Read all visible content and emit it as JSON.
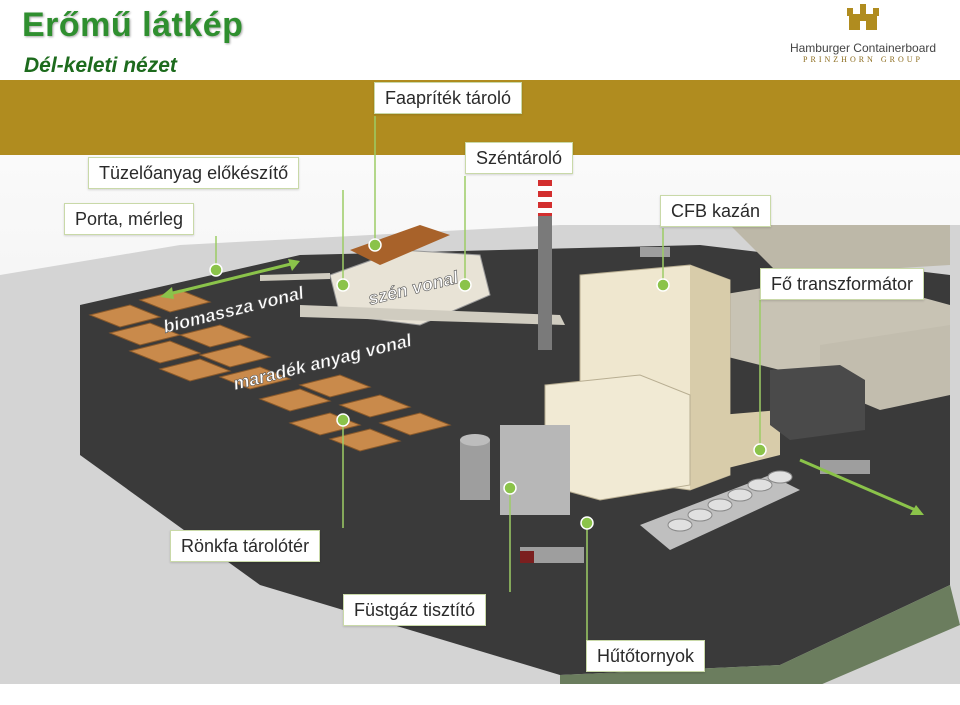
{
  "slide": {
    "title": "Erőmű látkép",
    "subtitle": "Dél-keleti nézet"
  },
  "logo": {
    "brand": "Hamburger Containerboard",
    "group": "PRINZHORN GROUP"
  },
  "callouts": {
    "faapritek": "Faapríték tároló",
    "tuzeloanyag": "Tüzelőanyag előkészítő",
    "szentarolo": "Széntároló",
    "porta": "Porta, mérleg",
    "cfb": "CFB kazán",
    "transzformator": "Fő transzformátor",
    "ronkfa": "Rönkfa tárolótér",
    "fustgaz": "Füstgáz tisztító",
    "hutotornyok": "Hűtőtornyok"
  },
  "scene_labels": {
    "biomassza": "biomassza vonal",
    "szen": "szén vonal",
    "maradek": "maradék anyag vonal"
  },
  "colors": {
    "title_green": "#2f8f2f",
    "band_gold": "#b08c1f",
    "callout_marker": "#8bc34a"
  }
}
